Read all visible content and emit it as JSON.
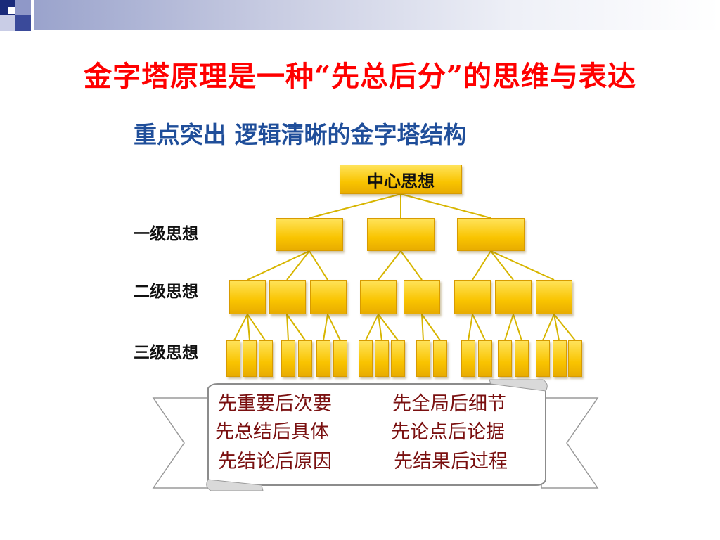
{
  "slide": {
    "title": "金字塔原理是一种“先总后分”的思维与表达"
  },
  "diagram": {
    "title": "重点突出 逻辑清晰的金字塔结构",
    "center_box": "中心思想",
    "levels": [
      {
        "label": "一级思想"
      },
      {
        "label": "二级思想"
      },
      {
        "label": "三级思想"
      }
    ]
  },
  "banner": {
    "principles": [
      "先重要后次要",
      "先全局后细节",
      "先总结后具体",
      "先论点后论据",
      "先结论后原因",
      "先结果后过程"
    ]
  },
  "colors": {
    "title": "#ff0000",
    "diagram_title": "#1f4e9a",
    "box_fill": "#f9c400",
    "principle_text": "#7a1010"
  }
}
